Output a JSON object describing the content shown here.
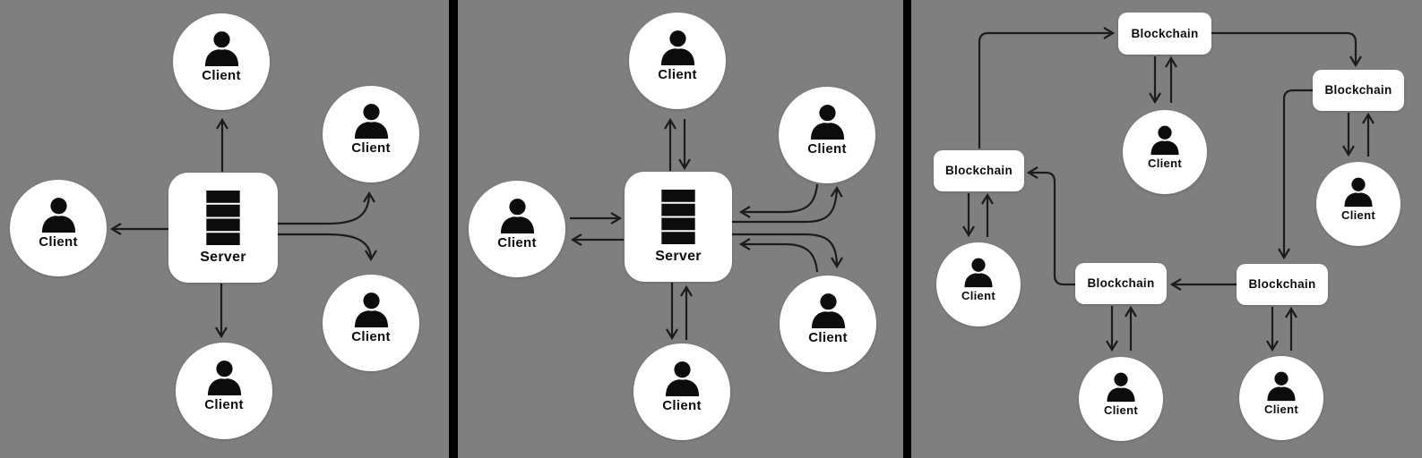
{
  "colors": {
    "background": "#7f7f7f",
    "divider": "#000000",
    "node_fill": "#ffffff",
    "line": "#1c1c1c",
    "text": "#0d0d0d"
  },
  "icons": {
    "client": "person-icon",
    "server": "server-stack-icon"
  },
  "panel1": {
    "server": "Server",
    "clients": [
      "Client",
      "Client",
      "Client",
      "Client",
      "Client"
    ]
  },
  "panel2": {
    "server": "Server",
    "clients": [
      "Client",
      "Client",
      "Client",
      "Client",
      "Client"
    ]
  },
  "panel3": {
    "blockchains": [
      "Blockchain",
      "Blockchain",
      "Blockchain",
      "Blockchain",
      "Blockchain"
    ],
    "clients": [
      "Client",
      "Client",
      "Client",
      "Client",
      "Client"
    ]
  }
}
